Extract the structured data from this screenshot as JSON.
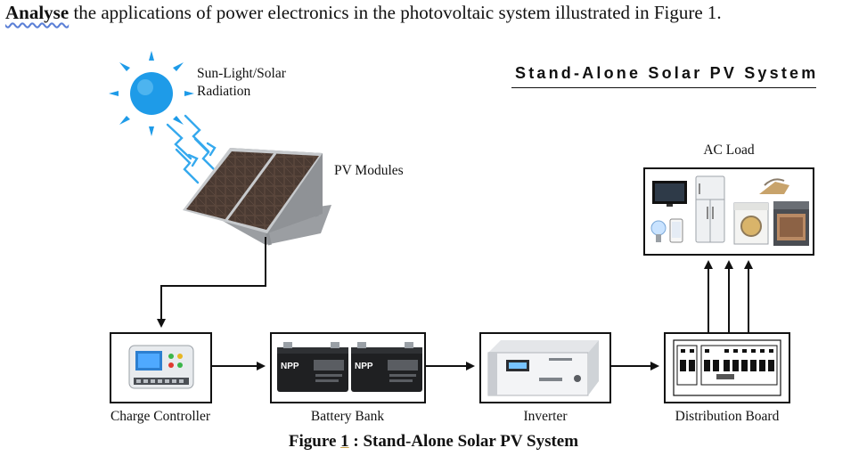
{
  "question": {
    "lead": "Analyse",
    "rest": " the applications of power electronics in the photovoltaic system illustrated in Figure 1."
  },
  "diagram": {
    "system_title": "Stand-Alone Solar PV System",
    "sun_label_line1": "Sun-Light/Solar",
    "sun_label_line2": "Radiation",
    "pv_label": "PV Modules",
    "ac_load_label": "AC Load",
    "components": {
      "charge_controller": "Charge Controller",
      "battery_bank": "Battery Bank",
      "inverter": "Inverter",
      "distribution_board": "Distribution Board"
    },
    "battery_brand": "NPP"
  },
  "caption": {
    "prefix": "Figure ",
    "number": "1",
    "suffix": " : Stand-Alone Solar PV System"
  },
  "colors": {
    "sun": "#1e9be8",
    "rays": "#35a9ee",
    "panel": "#4a3a32",
    "frame": "#b9bcc0",
    "line": "#111111"
  }
}
